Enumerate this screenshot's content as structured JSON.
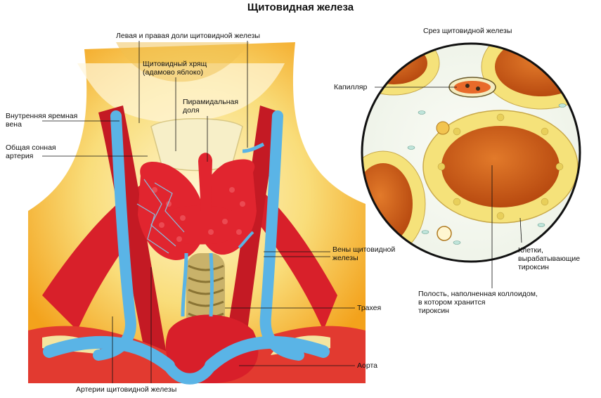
{
  "title": "Щитовидная железа",
  "labels": {
    "lobes": "Левая и правая доли щитовидной железы",
    "cartilage": "Щитовидный хрящ\n(адамово яблоко)",
    "pyramidal": "Пирамидальная\nдоля",
    "jugular": "Внутренняя яремная\nвена",
    "carotid": "Общая сонная\nартерия",
    "thyroid_veins": "Вены щитовидной\nжелезы",
    "trachea": "Трахея",
    "aorta": "Аорта",
    "arteries": "Артерии щитовидной железы",
    "section_title": "Срез щитовидной железы",
    "capillary": "Капилляр",
    "cells": "Клетки,\nвырабатывающие\nтироксин",
    "cavity": "Полость, наполненная коллоидом,\nв котором хранится\nтироксин"
  },
  "colors": {
    "skin": "#f6d36a",
    "muscle": "#d8202a",
    "vein": "#5ab4e6",
    "colloid": "#d2641a",
    "follicle_cells": "#f5e27a",
    "trachea": "#c9b26a"
  }
}
